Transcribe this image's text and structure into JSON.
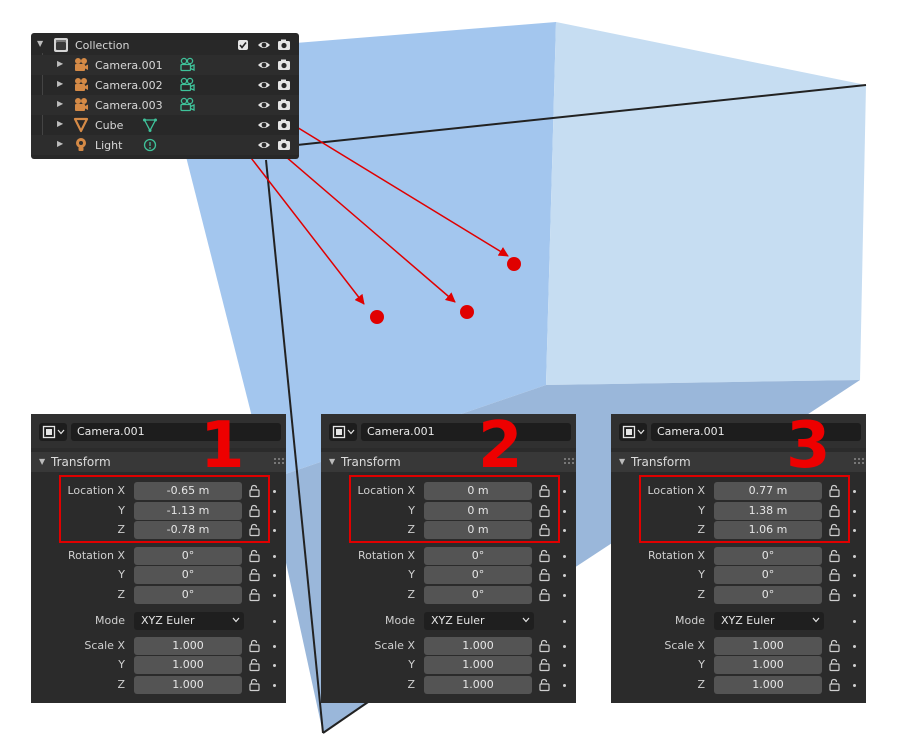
{
  "outliner": {
    "rows": [
      {
        "label": "Collection",
        "icon": "collection-icon"
      },
      {
        "label": "Camera.001",
        "icon": "camera-object-icon",
        "data_icon": "camera-data-icon"
      },
      {
        "label": "Camera.002",
        "icon": "camera-object-icon",
        "data_icon": "camera-data-icon"
      },
      {
        "label": "Camera.003",
        "icon": "camera-object-icon",
        "data_icon": "camera-data-icon"
      },
      {
        "label": "Cube",
        "icon": "mesh-object-icon",
        "data_icon": "mesh-data-icon"
      },
      {
        "label": "Light",
        "icon": "light-object-icon",
        "data_icon": "light-data-icon"
      }
    ]
  },
  "panels": [
    {
      "number": "1",
      "object_name": "Camera.001",
      "section": "Transform",
      "labels": {
        "location_x": "Location X",
        "rotation_x": "Rotation X",
        "scale_x": "Scale X",
        "y": "Y",
        "z": "Z",
        "mode": "Mode"
      },
      "location": [
        "-0.65 m",
        "-1.13 m",
        "-0.78 m"
      ],
      "rotation": [
        "0°",
        "0°",
        "0°"
      ],
      "mode": "XYZ Euler",
      "scale": [
        "1.000",
        "1.000",
        "1.000"
      ]
    },
    {
      "number": "2",
      "object_name": "Camera.001",
      "section": "Transform",
      "labels": {
        "location_x": "Location X",
        "rotation_x": "Rotation X",
        "scale_x": "Scale X",
        "y": "Y",
        "z": "Z",
        "mode": "Mode"
      },
      "location": [
        "0 m",
        "0 m",
        "0 m"
      ],
      "rotation": [
        "0°",
        "0°",
        "0°"
      ],
      "mode": "XYZ Euler",
      "scale": [
        "1.000",
        "1.000",
        "1.000"
      ]
    },
    {
      "number": "3",
      "object_name": "Camera.001",
      "section": "Transform",
      "labels": {
        "location_x": "Location X",
        "rotation_x": "Rotation X",
        "scale_x": "Scale X",
        "y": "Y",
        "z": "Z",
        "mode": "Mode"
      },
      "location": [
        "0.77 m",
        "1.38 m",
        "1.06 m"
      ],
      "rotation": [
        "0°",
        "0°",
        "0°"
      ],
      "mode": "XYZ Euler",
      "scale": [
        "1.000",
        "1.000",
        "1.000"
      ]
    }
  ],
  "colors": {
    "annotation_red": "#e00000",
    "camera_object_orange": "#d58a46",
    "camera_data_teal": "#3fc29a",
    "cube_face_front": "#a3c6ee",
    "cube_face_right": "#c6ddf2"
  }
}
